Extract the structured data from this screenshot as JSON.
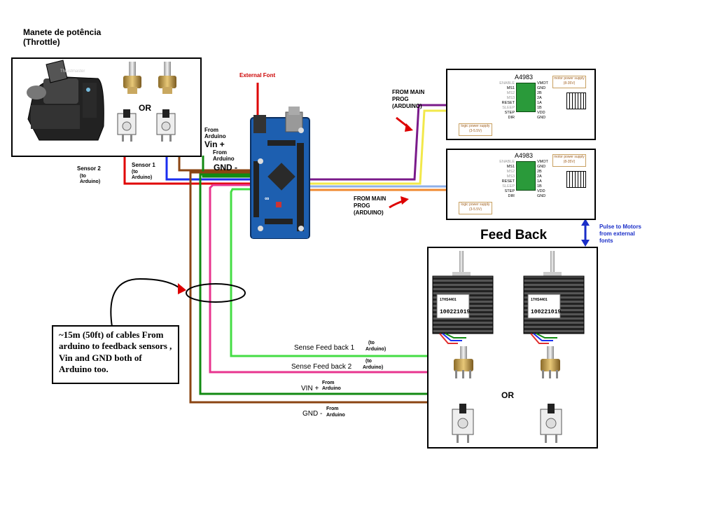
{
  "throttle": {
    "title_line1": "Manete de potência",
    "title_line2": "(Throttle)",
    "or_label": "OR",
    "throttle_brand": "Thrustmaster"
  },
  "arduino": {
    "external_font_label": "External Font",
    "vin_from": "From Arduino",
    "vin_label": "Vin +",
    "gnd_from": "From Arduino",
    "gnd_label": "GND  -",
    "sensor1_line1": "Sensor 1",
    "sensor1_line2": "(to",
    "sensor1_line3": "Arduino)",
    "sensor2_line1": "Sensor 2",
    "sensor2_line2": "(to",
    "sensor2_line3": "Arduino)"
  },
  "drivers": {
    "chip_name": "A4983",
    "motor_supply_line1": "motor power supply",
    "motor_supply_line2": "(8-35V)",
    "logic_supply_line1": "logic power supply",
    "logic_supply_line2": "(3-5.5V)",
    "left_pins": [
      "ENABLE",
      "MS1",
      "MS2",
      "MS3",
      "RESET",
      "SLEEP",
      "STEP",
      "DIR"
    ],
    "right_pins": [
      "VMOT",
      "GND",
      "2B",
      "2A",
      "1A",
      "1B",
      "VDD",
      "GND"
    ],
    "from_main_top": [
      "FROM MAIN",
      "PROG",
      "(ARDUINO)"
    ],
    "from_main_bottom": [
      "FROM MAIN",
      "PROG",
      "(ARDUINO)"
    ]
  },
  "feedback": {
    "title": "Feed Back",
    "pulse_line1": "Pulse to Motors",
    "pulse_line2": "from external",
    "pulse_line3": "fonts",
    "motor_label_line1": "17HS4401",
    "motor_label_line2": "100221019",
    "or_label": "OR",
    "sense1_label": "Sense Feed back 1",
    "sense1_to_line1": "(to",
    "sense1_to_line2": "Arduino)",
    "sense2_label": "Sense Feed back 2",
    "sense2_to_line1": "(to",
    "sense2_to_line2": "Arduino)",
    "vin_label": "VIN +",
    "vin_from_line1": "From",
    "vin_from_line2": "Arduino",
    "gnd_label": "GND -",
    "gnd_from_line1": "From",
    "gnd_from_line2": "Arduino"
  },
  "cable_note": "~15m (50ft)  of cables From arduino to feedback sensors , Vin and GND both of Arduino too.",
  "colors": {
    "red_wire": "#e00000",
    "blue_wire": "#1a2ef0",
    "brown_wire": "#8b4513",
    "green_wire": "#128a12",
    "lightgreen_wire": "#44dd44",
    "pink_wire": "#e8358f",
    "purple_wire": "#7a1a8a",
    "yellow_wire": "#f2e84a",
    "orange_wire": "#f08a30",
    "lightblue_wire": "#8fb0e8",
    "board_blue": "#1d5fb0",
    "arrow_red": "#dd0000",
    "arrow_blue": "#1a2ec8"
  }
}
